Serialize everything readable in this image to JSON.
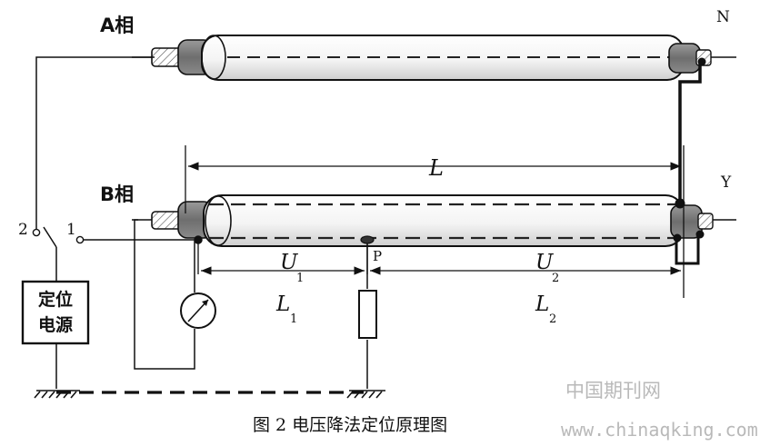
{
  "labels": {
    "phase_a": "A相",
    "phase_b": "B相",
    "node_n": "N",
    "node_y": "Y",
    "switch_2": "2",
    "switch_1": "1",
    "power_line1": "定位",
    "power_line2": "电源",
    "length_total": "L",
    "u1": "U",
    "u1_sub": "1",
    "u2": "U",
    "u2_sub": "2",
    "l1": "L",
    "l1_sub": "1",
    "l2": "L",
    "l2_sub": "2",
    "point_p": "P"
  },
  "caption": "图 2  电压降法定位原理图",
  "watermark": {
    "cn": "中国期刊网",
    "url": "www.chinaqking.com"
  }
}
